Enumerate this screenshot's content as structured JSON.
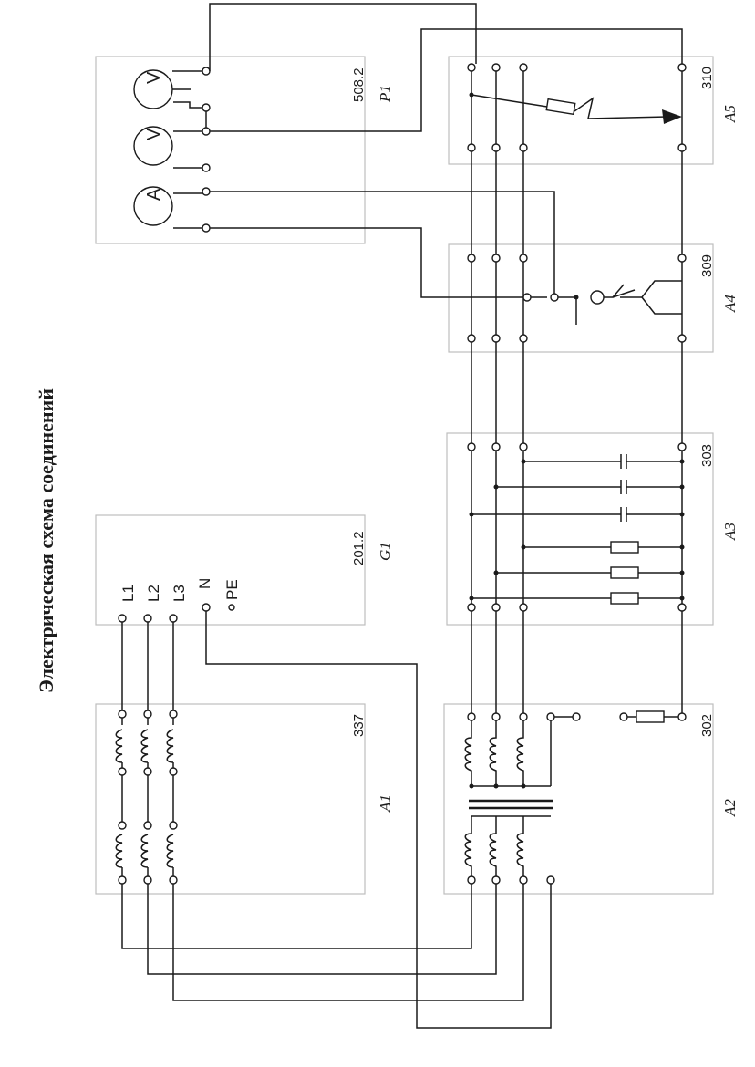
{
  "title": "Электрическая схема соединений",
  "colors": {
    "wire": "#1a1a1a",
    "frame": "#bdbdbd",
    "background": "#ffffff"
  },
  "blocks": {
    "a1": {
      "code": "337",
      "designation": "A1"
    },
    "a2": {
      "code": "302",
      "designation": "A2"
    },
    "a3": {
      "code": "303",
      "designation": "A3"
    },
    "a4": {
      "code": "309",
      "designation": "A4"
    },
    "a5": {
      "code": "310",
      "designation": "A5"
    },
    "g1": {
      "code": "201.2",
      "designation": "G1",
      "terminals": [
        "L1",
        "L2",
        "L3",
        "N",
        "PE"
      ]
    },
    "p1": {
      "code": "508.2",
      "designation": "P1",
      "meters": [
        "V",
        "V",
        "A"
      ]
    }
  }
}
